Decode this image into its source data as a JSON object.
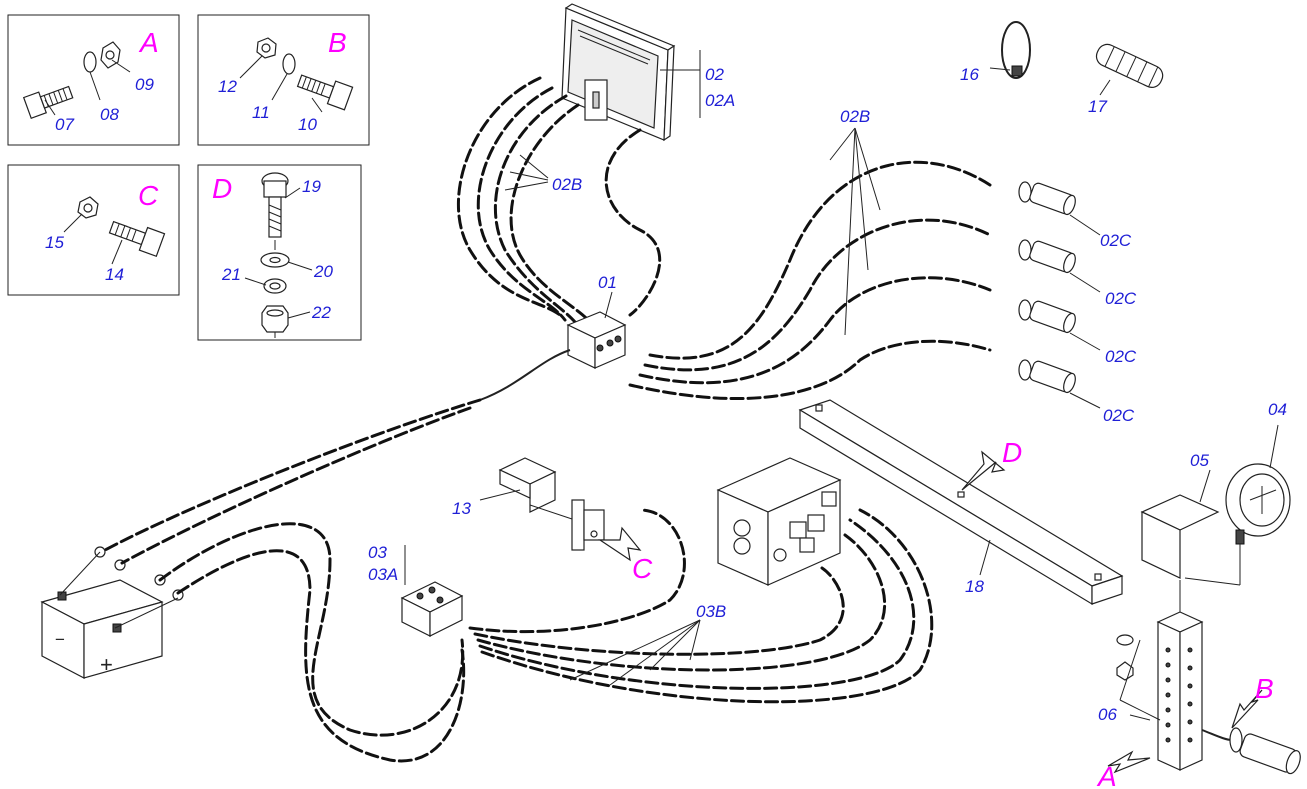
{
  "labels": {
    "p01": "01",
    "p02": "02",
    "p02A": "02A",
    "p02B_top": "02B",
    "p02B_left": "02B",
    "p02C_1": "02C",
    "p02C_2": "02C",
    "p02C_3": "02C",
    "p02C_4": "02C",
    "p03": "03",
    "p03A": "03A",
    "p03B": "03B",
    "p04": "04",
    "p05": "05",
    "p06": "06",
    "p07": "07",
    "p08": "08",
    "p09": "09",
    "p10": "10",
    "p11": "11",
    "p12": "12",
    "p13": "13",
    "p14": "14",
    "p15": "15",
    "p16": "16",
    "p17": "17",
    "p18": "18",
    "p19": "19",
    "p20": "20",
    "p21": "21",
    "p22": "22"
  },
  "detail_letters": {
    "boxA": "A",
    "boxB": "B",
    "boxC": "C",
    "boxD": "D",
    "callA": "A",
    "callB": "B",
    "callC": "C",
    "callD": "D"
  },
  "battery_signs": {
    "minus": "−",
    "plus": "+"
  },
  "colors": {
    "part_number": "#1f1fd6",
    "detail_letter": "#ff00ff",
    "line": "#111111"
  }
}
